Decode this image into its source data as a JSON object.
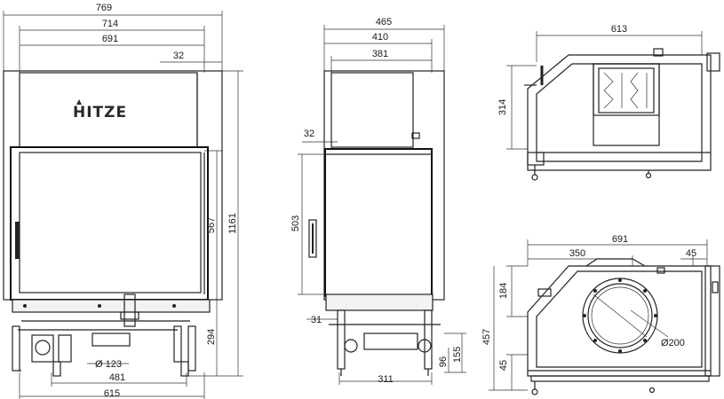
{
  "brand": "HITZE",
  "front_view": {
    "width_overall": "769",
    "width_outer": "714",
    "width_inner": "691",
    "frame_offset": "32",
    "door_height": "567",
    "total_height": "1161",
    "leg_height": "294",
    "flue_diameter": "Ø 123",
    "leg_spacing_inner": "481",
    "leg_spacing_outer": "615"
  },
  "side_view": {
    "depth_overall": "465",
    "depth_outer": "410",
    "depth_inner": "381",
    "frame_offset": "32",
    "door_height": "503",
    "lower_offset": "31",
    "air_inlet_height": "96",
    "air_inlet_top": "155",
    "leg_depth": "311"
  },
  "top_view": {
    "length": "613",
    "height": "314"
  },
  "bottom_view": {
    "length": "691",
    "offset_left": "350",
    "offset_right": "45",
    "height_top": "184",
    "height_total": "457",
    "height_bottom": "45",
    "flue_diameter": "Ø200"
  }
}
